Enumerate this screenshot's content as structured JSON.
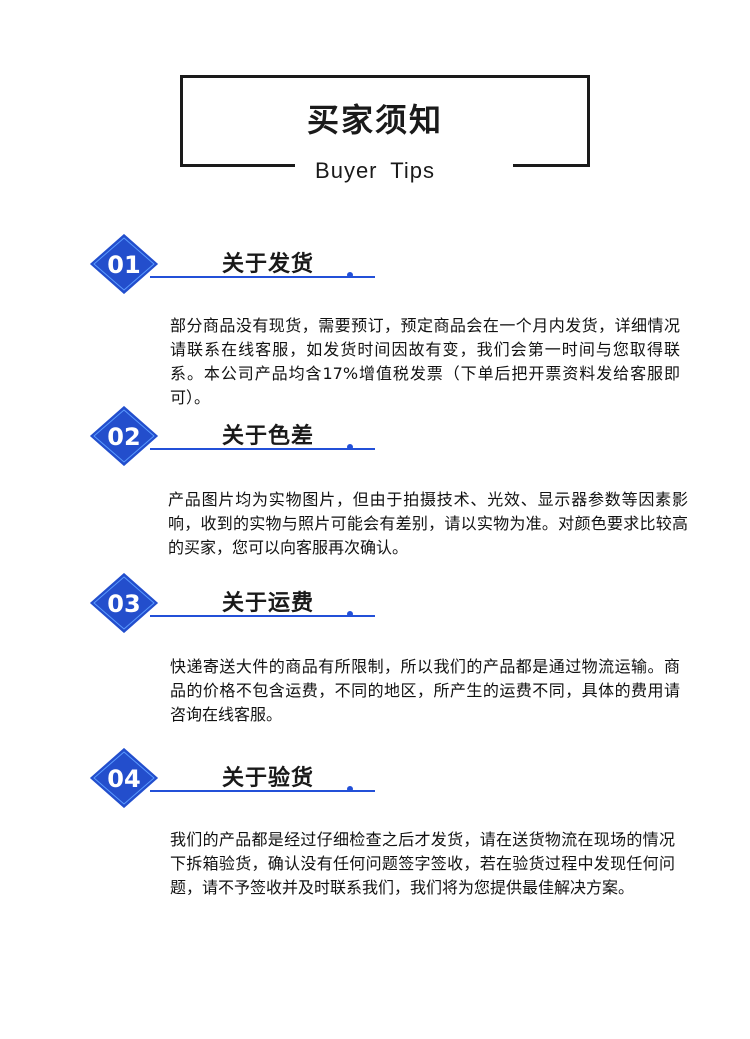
{
  "header": {
    "title_cn": "买家须知",
    "title_en": "Buyer  Tips"
  },
  "sections": [
    {
      "number": "01",
      "heading": "关于发货",
      "text": "部分商品没有现货，需要预订，预定商品会在一个月内发货，详细情况请联系在线客服，如发货时间因故有变，我们会第一时间与您取得联系。本公司产品均含17%增值税发票（下单后把开票资料发给客服即可）。"
    },
    {
      "number": "02",
      "heading": "关于色差",
      "text": "产品图片均为实物图片，但由于拍摄技术、光效、显示器参数等因素影响，收到的实物与照片可能会有差别，请以实物为准。对颜色要求比较高的买家，您可以向客服再次确认。"
    },
    {
      "number": "03",
      "heading": "关于运费",
      "text": "快递寄送大件的商品有所限制，所以我们的产品都是通过物流运输。商品的价格不包含运费，不同的地区，所产生的运费不同，具体的费用请咨询在线客服。"
    },
    {
      "number": "04",
      "heading": "关于验货",
      "text": "我们的产品都是经过仔细检查之后才发货，请在送货物流在现场的情况下拆箱验货，确认没有任何问题签字签收，若在验货过程中发现任何问题，请不予签收并及时联系我们，我们将为您提供最佳解决方案。"
    }
  ],
  "colors": {
    "accent": "#2350d8",
    "badge_dark": "#1c3fc0",
    "badge_light": "#3a7cf0",
    "text": "#111111"
  }
}
